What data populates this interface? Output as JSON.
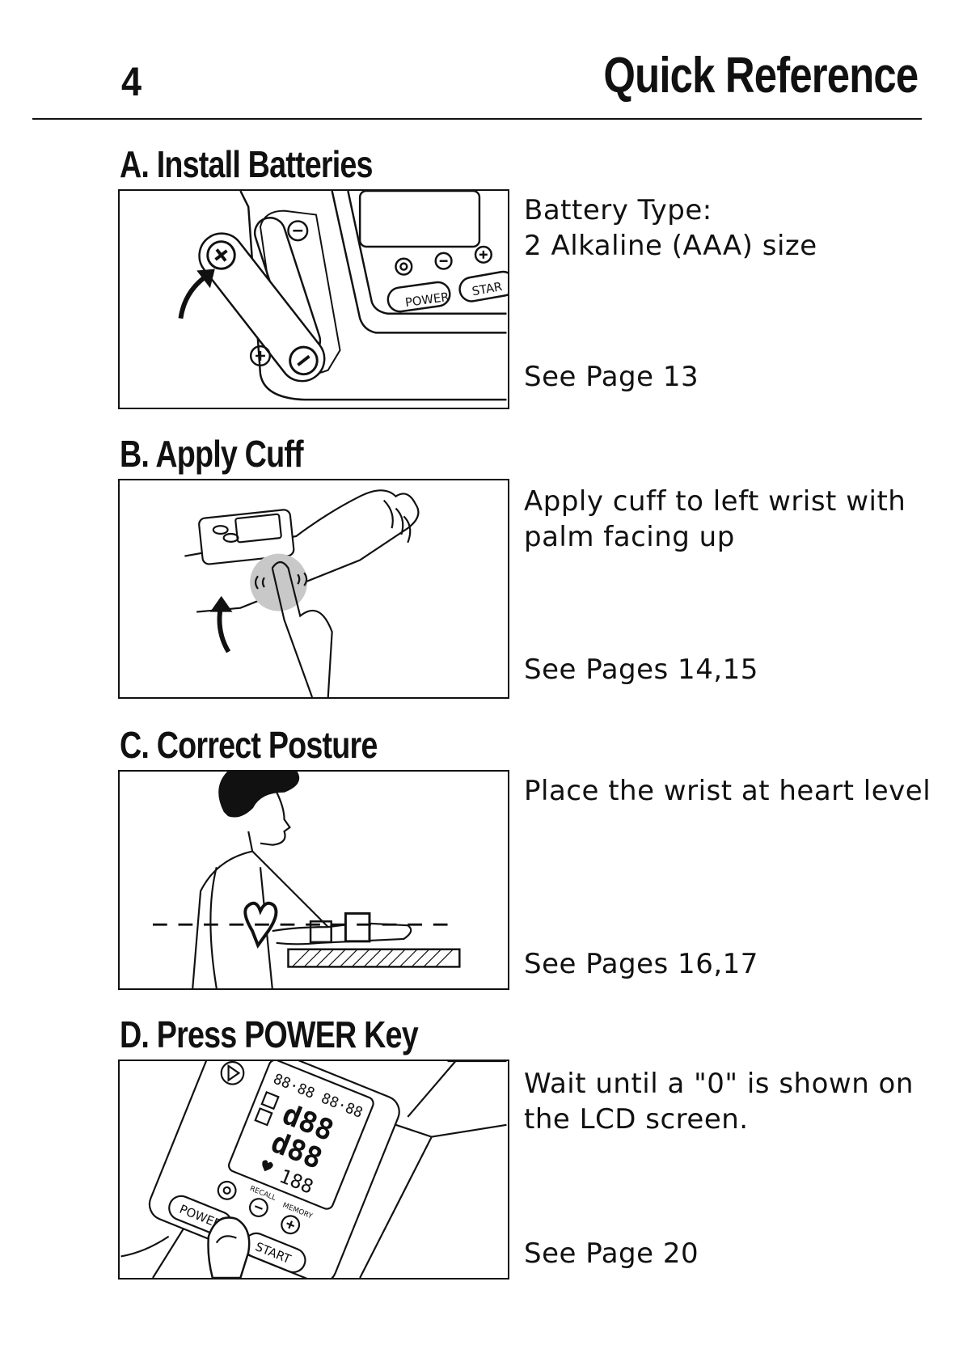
{
  "header": {
    "page_number": "4",
    "title": "Quick Reference"
  },
  "sections": [
    {
      "heading": "A. Install Batteries",
      "description": [
        "Battery Type:",
        "2 Alkaline (AAA) size"
      ],
      "see_page": "See Page 13",
      "labels": {
        "power": "POWER",
        "start": "STAR"
      }
    },
    {
      "heading": "B. Apply Cuff",
      "description": [
        "Apply cuff  to left wrist with",
        "palm facing up"
      ],
      "see_page": "See Pages 14,15"
    },
    {
      "heading": "C. Correct Posture",
      "description": [
        "Place the wrist at heart level"
      ],
      "see_page": "See Pages 16,17"
    },
    {
      "heading": "D. Press POWER Key",
      "description": [
        "Wait until a \"0\" is shown on",
        "the LCD screen."
      ],
      "see_page": "See Page 20",
      "labels": {
        "power": "POWER",
        "start": "START",
        "recall": "RECALL",
        "memory": "MEMORY"
      }
    }
  ]
}
